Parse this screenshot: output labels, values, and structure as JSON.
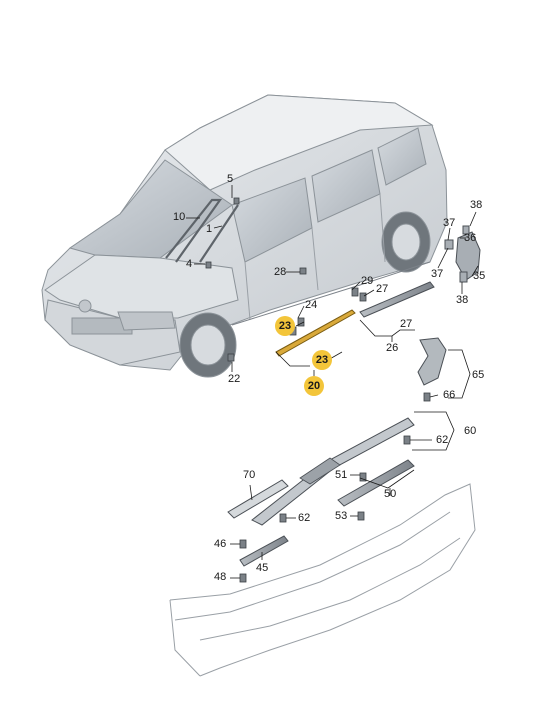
{
  "diagram": {
    "callouts": [
      {
        "id": "c5",
        "text": "5"
      },
      {
        "id": "c10",
        "text": "10"
      },
      {
        "id": "c1",
        "text": "1"
      },
      {
        "id": "c4",
        "text": "4"
      },
      {
        "id": "c28",
        "text": "28"
      },
      {
        "id": "c29",
        "text": "29"
      },
      {
        "id": "c27a",
        "text": "27"
      },
      {
        "id": "c24",
        "text": "24"
      },
      {
        "id": "c23a",
        "text": "23"
      },
      {
        "id": "c23b",
        "text": "23"
      },
      {
        "id": "c20",
        "text": "20"
      },
      {
        "id": "c22",
        "text": "22"
      },
      {
        "id": "c27b",
        "text": "27"
      },
      {
        "id": "c26",
        "text": "26"
      },
      {
        "id": "c38a",
        "text": "38"
      },
      {
        "id": "c37a",
        "text": "37"
      },
      {
        "id": "c36",
        "text": "36"
      },
      {
        "id": "c37b",
        "text": "37"
      },
      {
        "id": "c35",
        "text": "35"
      },
      {
        "id": "c38b",
        "text": "38"
      },
      {
        "id": "c65",
        "text": "65"
      },
      {
        "id": "c66",
        "text": "66"
      },
      {
        "id": "c60",
        "text": "60"
      },
      {
        "id": "c62a",
        "text": "62"
      },
      {
        "id": "c70",
        "text": "70"
      },
      {
        "id": "c51",
        "text": "51"
      },
      {
        "id": "c50",
        "text": "50"
      },
      {
        "id": "c53",
        "text": "53"
      },
      {
        "id": "c62b",
        "text": "62"
      },
      {
        "id": "c46",
        "text": "46"
      },
      {
        "id": "c45",
        "text": "45"
      },
      {
        "id": "c48",
        "text": "48"
      }
    ],
    "highlight_color": "#f3c53a",
    "line_color": "#1a1a1a",
    "part_gray": "#9aa0a6",
    "body_gray": "#c9ced3"
  }
}
